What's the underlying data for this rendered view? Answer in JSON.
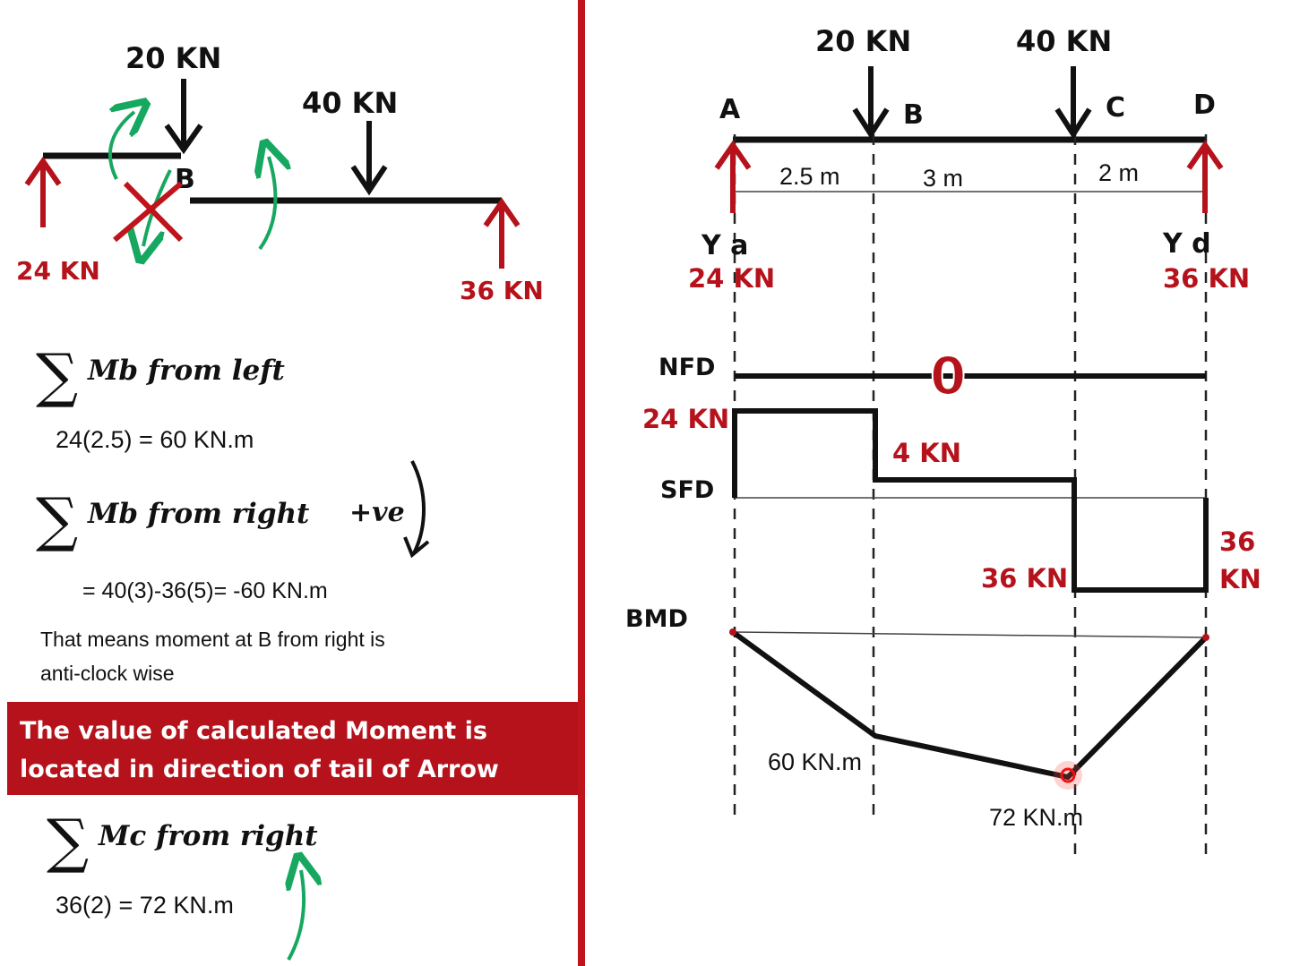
{
  "left": {
    "top_load": "20 KN",
    "mid_load": "40 KN",
    "node_label": "B",
    "left_reaction": "24 KN",
    "right_reaction": "36 KN",
    "eq1_sigma": "∑",
    "eq1_title": "Mb from left",
    "eq1_calc": "24(2.5) = 60 KN.m",
    "eq2_sigma": "∑",
    "eq2_title": "Mb from right",
    "eq2_sign": "+ve",
    "eq2_calc": "= 40(3)-36(5)= -60 KN.m",
    "note_line1": "That means moment at B from right is",
    "note_line2": "anti-clock wise",
    "banner_line1": "The value of calculated Moment is",
    "banner_line2": "located in direction of tail of Arrow",
    "eq3_sigma": "∑",
    "eq3_title": "Mc from right",
    "eq3_calc": "36(2) = 72 KN.m"
  },
  "right": {
    "load1": "20 KN",
    "load2": "40 KN",
    "point_a": "A",
    "point_b": "B",
    "point_c": "C",
    "point_d": "D",
    "span1": "2.5 m",
    "span2": "3 m",
    "span3": "2 m",
    "ya_label": "Y a",
    "ya_value": "24 KN",
    "yd_label": "Y d",
    "yd_value": "36 KN",
    "nfd_label": "NFD",
    "nfd_value": "0",
    "sfd_label": "SFD",
    "sfd_v1": "24 KN",
    "sfd_v2": "4 KN",
    "sfd_v3": "36 KN",
    "sfd_v4a": "36",
    "sfd_v4b": "KN",
    "bmd_label": "BMD",
    "bmd_v1": "60 KN.m",
    "bmd_v2": "72 KN.m"
  },
  "colors": {
    "accent_red": "#b5121b",
    "arrow_green": "#16a860",
    "divider": "#c0141c"
  }
}
